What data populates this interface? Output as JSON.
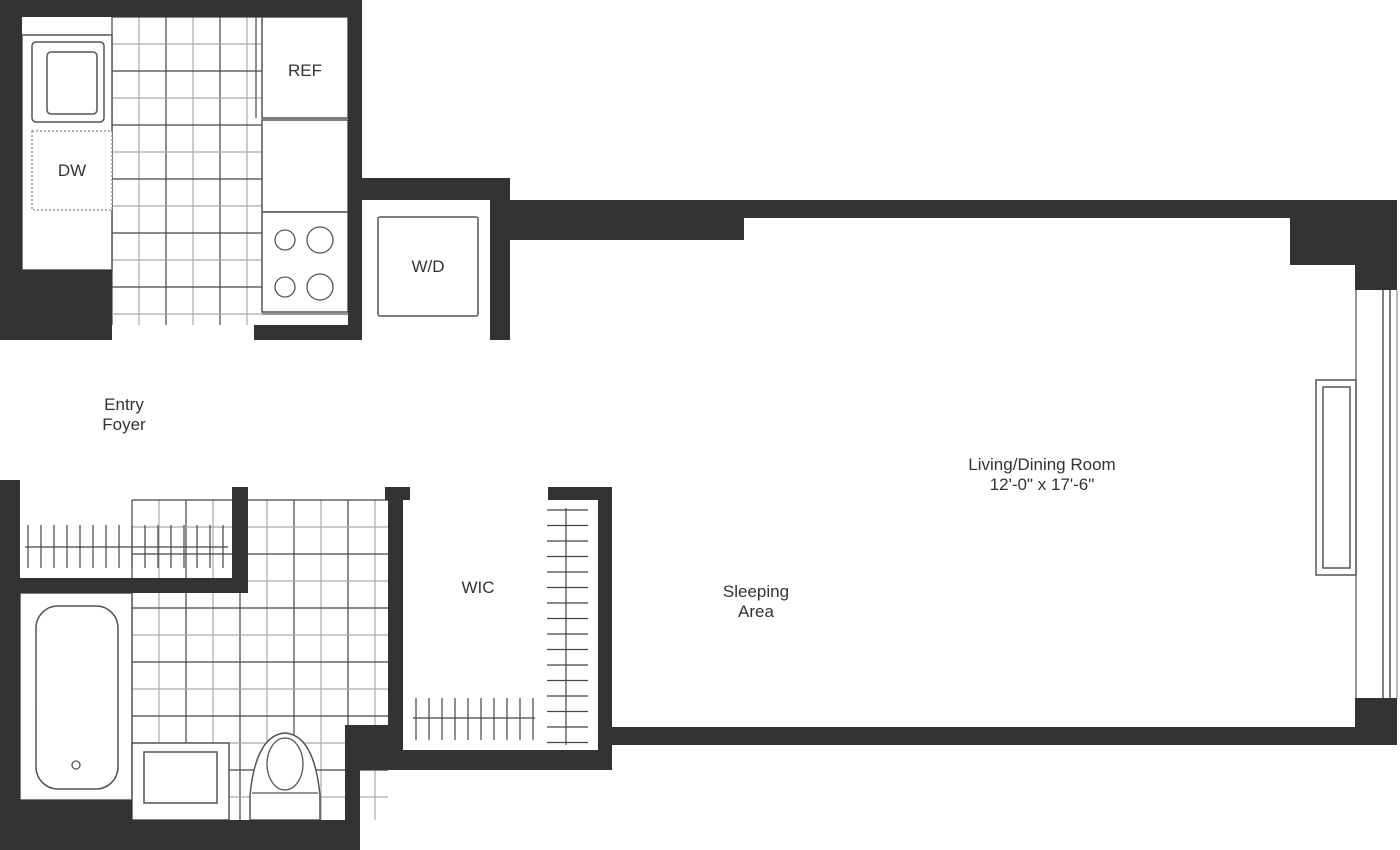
{
  "colors": {
    "wall": "#333333",
    "background": "#ffffff"
  },
  "labels": {
    "ref": "REF",
    "dw": "DW",
    "wd": "W/D",
    "entry_line1": "Entry",
    "entry_line2": "Foyer",
    "living_line1": "Living/Dining Room",
    "living_line2": "12'-0\" x 17'-6\"",
    "wic": "WIC",
    "sleeping_line1": "Sleeping",
    "sleeping_line2": "Area"
  }
}
